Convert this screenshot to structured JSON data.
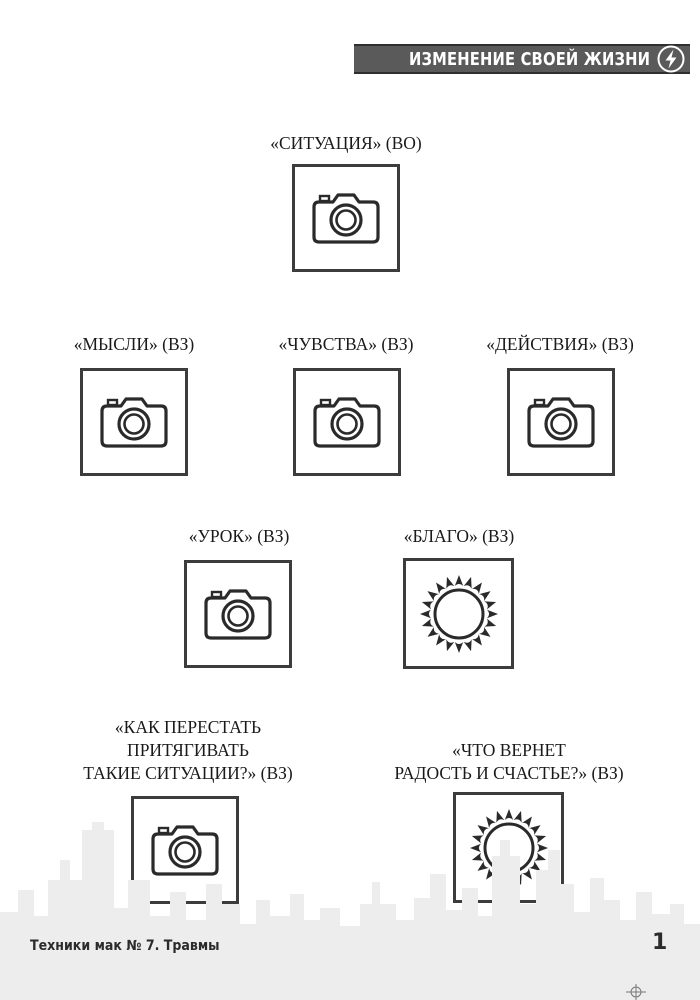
{
  "header": {
    "title": "ИЗМЕНЕНИЕ СВОЕЙ ЖИЗНИ",
    "icon": "lightning-bolt-icon",
    "background_color": "#5a5a5a"
  },
  "cards": [
    {
      "id": "situation",
      "label_lines": [
        "«СИТУАЦИЯ» (ВО)"
      ],
      "icon": "camera-icon"
    },
    {
      "id": "thoughts",
      "label_lines": [
        "«МЫСЛИ» (ВЗ)"
      ],
      "icon": "camera-icon"
    },
    {
      "id": "feelings",
      "label_lines": [
        "«ЧУВСТВА» (ВЗ)"
      ],
      "icon": "camera-icon"
    },
    {
      "id": "actions",
      "label_lines": [
        "«ДЕЙСТВИЯ» (ВЗ)"
      ],
      "icon": "camera-icon"
    },
    {
      "id": "lesson",
      "label_lines": [
        "«УРОК» (ВЗ)"
      ],
      "icon": "camera-icon"
    },
    {
      "id": "good",
      "label_lines": [
        "«БЛАГО» (ВЗ)"
      ],
      "icon": "sun-icon"
    },
    {
      "id": "how-to-stop",
      "label_lines": [
        "«КАК ПЕРЕСТАТЬ",
        "ПРИТЯГИВАТЬ",
        "ТАКИЕ СИТУАЦИИ?» (ВЗ)"
      ],
      "icon": "camera-icon"
    },
    {
      "id": "what-returns-joy",
      "label_lines": [
        "«ЧТО ВЕРНЕТ",
        "РАДОСТЬ И СЧАСТЬЕ?» (ВЗ)"
      ],
      "icon": "sun-icon"
    }
  ],
  "footer": {
    "text": "Техники мак № 7. Травмы",
    "page_number": "1"
  }
}
